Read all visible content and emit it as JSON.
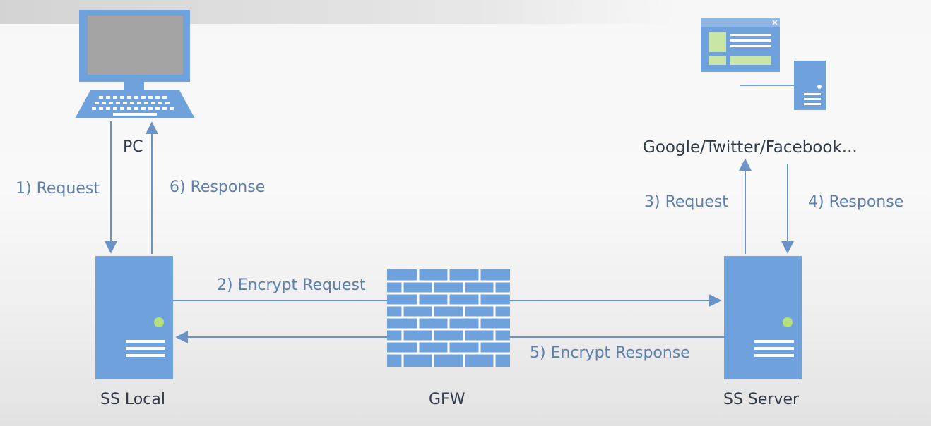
{
  "nodes": {
    "pc": "PC",
    "sites": "Google/Twitter/Facebook...",
    "ss_local": "SS Local",
    "gfw": "GFW",
    "ss_server": "SS Server"
  },
  "edges": {
    "step1": "1) Request",
    "step2": "2) Encrypt Request",
    "step3": "3) Request",
    "step4": "4) Response",
    "step5": "5) Encrypt Response",
    "step6": "6) Response"
  },
  "colors": {
    "icon_fill": "#6fa1dc",
    "line": "#6b93c8",
    "text": "#5c7fae",
    "node_text": "#2f3a48",
    "status_dot": "#b6e07a"
  }
}
